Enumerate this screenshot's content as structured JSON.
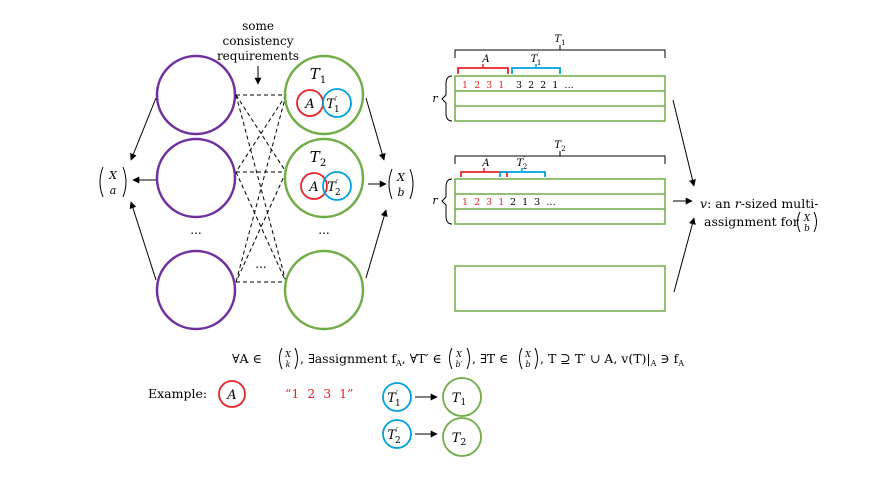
{
  "note": {
    "line1": "some",
    "line2": "consistency",
    "line3": "requirements"
  },
  "left_binom": {
    "top": "X",
    "bottom": "a"
  },
  "right_binom": {
    "top": "X",
    "bottom": "b"
  },
  "ellipsis": "...",
  "green_sets": [
    {
      "label": "T",
      "sub": "1",
      "inner_red": "A",
      "inner_blue": "T",
      "inner_blue_sub": "1"
    },
    {
      "label": "T",
      "sub": "2",
      "inner_red": "A",
      "inner_blue": "T",
      "inner_blue_sub": "2"
    }
  ],
  "tables": [
    {
      "title": "T",
      "title_sub": "1",
      "a_label": "A",
      "t_label": "T",
      "t_sub": "1",
      "r_label": "r",
      "red_digits": "1  2  3  1",
      "black_digits": "3  2  2  1  …"
    },
    {
      "title": "T",
      "title_sub": "2",
      "a_label": "A",
      "t_label": "T",
      "t_sub": "2",
      "r_label": "r",
      "red_digits": "1  2  3  1",
      "black_digits": "2  1  3  …"
    }
  ],
  "v_label": {
    "line1_var": "v",
    "line1_rest": ": an ",
    "line1_r": "r",
    "line1_end": "-sized multi-",
    "line2": "assignment for",
    "binom_top": "X",
    "binom_bottom": "b"
  },
  "formula": "∀A ∈ (X k), ∃assignment f_A, ∀T′ ∈ (X b′), ∃T ∈ (X b), T ⊇ T′ ∪ A, v(T)|_A ∋ f_A",
  "formula_parts": {
    "p1": "∀A ∈ ",
    "p2": ", ∃assignment f",
    "p2sub": "A",
    "p3": ", ∀T′ ∈ ",
    "p4": ", ∃T ∈ ",
    "p5": ", T ⊇ T′ ∪ A, v(T)|",
    "p5sub": "A",
    "p6": " ∋ f",
    "p6sub": "A",
    "b1_top": "X",
    "b1_bottom": "k",
    "b2_top": "X",
    "b2_bottom": "b′",
    "b3_top": "X",
    "b3_bottom": "b"
  },
  "example": {
    "label": "Example:",
    "a_circle": "A",
    "quote": "“1  2  3  1”",
    "rows": [
      {
        "from": "T",
        "from_sub": "1",
        "to": "T",
        "to_sub": "1"
      },
      {
        "from": "T",
        "from_sub": "2",
        "to": "T",
        "to_sub": "2"
      }
    ]
  },
  "colors": {
    "purple": "#7030a0",
    "green": "#70ad47",
    "red": "#e8252a",
    "blue": "#00a0e0",
    "black": "#000000"
  }
}
